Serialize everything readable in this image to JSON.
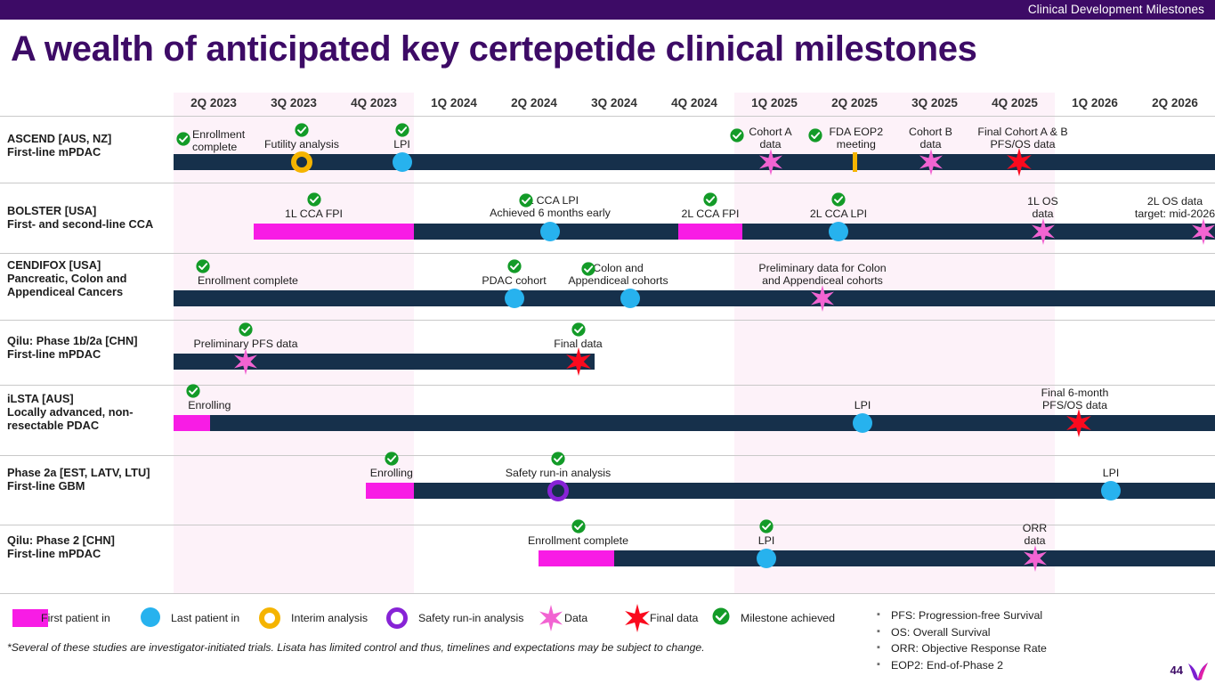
{
  "header": {
    "eyebrow": "Clinical Development Milestones"
  },
  "title": "A wealth of anticipated key certepetide clinical milestones",
  "timeline": {
    "quarters": [
      "2Q 2023",
      "3Q 2023",
      "4Q 2023",
      "1Q 2024",
      "2Q 2024",
      "3Q 2024",
      "4Q 2024",
      "1Q 2025",
      "2Q 2025",
      "3Q 2025",
      "4Q 2025",
      "1Q 2026",
      "2Q 2026"
    ],
    "shaded_quarters": [
      "2Q 2023",
      "3Q 2023",
      "4Q 2023",
      "1Q 2025",
      "2Q 2025",
      "3Q 2025",
      "4Q 2025"
    ]
  },
  "rows": [
    {
      "name_line1": "ASCEND [AUS, NZ]",
      "name_line2": "First-line mPDAC",
      "milestones": [
        {
          "label": "Enrollment\ncomplete",
          "achieved": true,
          "marker": "none"
        },
        {
          "label": "Futility analysis",
          "achieved": true,
          "marker": "interim-analysis"
        },
        {
          "label": "LPI",
          "achieved": true,
          "marker": "last-patient-in"
        },
        {
          "label": "Cohort A\ndata",
          "achieved": true,
          "marker": "data"
        },
        {
          "label": "FDA EOP2\nmeeting",
          "achieved": true,
          "marker": "tick"
        },
        {
          "label": "Cohort B\ndata",
          "achieved": false,
          "marker": "data"
        },
        {
          "label": "Final Cohort A & B\nPFS/OS data",
          "achieved": false,
          "marker": "final-data"
        }
      ]
    },
    {
      "name_line1": "BOLSTER [USA]",
      "name_line2": "First- and second-line CCA",
      "milestones": [
        {
          "label": "1L CCA FPI",
          "achieved": true,
          "marker": "first-patient-in"
        },
        {
          "label": "1L CCA LPI",
          "sublabel": "Achieved 6 months early",
          "achieved": true,
          "marker": "last-patient-in"
        },
        {
          "label": "2L CCA FPI",
          "achieved": true,
          "marker": "first-patient-in"
        },
        {
          "label": "2L CCA LPI",
          "achieved": true,
          "marker": "last-patient-in"
        },
        {
          "label": "1L OS\ndata",
          "achieved": false,
          "marker": "data"
        },
        {
          "label": "2L OS data\ntarget: mid-2026",
          "achieved": false,
          "marker": "data"
        }
      ]
    },
    {
      "name_line1": "CENDIFOX [USA]",
      "name_line2": "Pancreatic, Colon and",
      "name_line3": "Appendiceal Cancers",
      "milestones": [
        {
          "label": "Enrollment complete",
          "achieved": true,
          "marker": "none"
        },
        {
          "label": "PDAC cohort",
          "achieved": true,
          "marker": "last-patient-in"
        },
        {
          "label": "Colon and\nAppendiceal cohorts",
          "achieved": true,
          "marker": "last-patient-in"
        },
        {
          "label": "Preliminary data for Colon\nand Appendiceal cohorts",
          "achieved": false,
          "marker": "data"
        }
      ]
    },
    {
      "name_line1": "Qilu: Phase 1b/2a [CHN]",
      "name_line2": "First-line mPDAC",
      "milestones": [
        {
          "label": "Preliminary PFS data",
          "achieved": true,
          "marker": "data"
        },
        {
          "label": "Final data",
          "achieved": true,
          "marker": "final-data"
        }
      ]
    },
    {
      "name_line1": "iLSTA [AUS]",
      "name_line2": "Locally advanced, non-",
      "name_line3": "resectable PDAC",
      "milestones": [
        {
          "label": "Enrolling",
          "achieved": true,
          "marker": "first-patient-in"
        },
        {
          "label": "LPI",
          "achieved": false,
          "marker": "last-patient-in"
        },
        {
          "label": "Final 6-month\nPFS/OS data",
          "achieved": false,
          "marker": "final-data"
        }
      ]
    },
    {
      "name_line1": "Phase 2a [EST, LATV, LTU]",
      "name_line2": "First-line GBM",
      "milestones": [
        {
          "label": "Enrolling",
          "achieved": true,
          "marker": "first-patient-in"
        },
        {
          "label": "Safety run-in analysis",
          "achieved": true,
          "marker": "safety-run-in"
        },
        {
          "label": "LPI",
          "achieved": false,
          "marker": "last-patient-in"
        }
      ]
    },
    {
      "name_line1": "Qilu: Phase 2 [CHN]",
      "name_line2": "First-line mPDAC",
      "milestones": [
        {
          "label": "Enrollment complete",
          "achieved": true,
          "marker": "first-patient-in"
        },
        {
          "label": "LPI",
          "achieved": true,
          "marker": "last-patient-in"
        },
        {
          "label": "ORR\ndata",
          "achieved": false,
          "marker": "data"
        }
      ]
    }
  ],
  "legend": [
    {
      "icon": "first-patient-in",
      "label": "First patient in"
    },
    {
      "icon": "last-patient-in",
      "label": "Last patient in"
    },
    {
      "icon": "interim-analysis",
      "label": "Interim analysis"
    },
    {
      "icon": "safety-run-in",
      "label": "Safety run-in analysis"
    },
    {
      "icon": "data",
      "label": "Data"
    },
    {
      "icon": "final-data",
      "label": "Final data"
    },
    {
      "icon": "milestone-achieved",
      "label": "Milestone achieved"
    }
  ],
  "footnote": "*Several of these studies are investigator-initiated trials. Lisata has limited control and thus, timelines and expectations may be subject to change.",
  "abbreviations": [
    "PFS: Progression-free Survival",
    "OS: Overall Survival",
    "ORR: Objective Response Rate",
    "EOP2: End-of-Phase 2"
  ],
  "page_number": "44",
  "colors": {
    "brand_purple": "#3d0b66",
    "bar_navy": "#16304b",
    "magenta": "#f81ce5",
    "blue": "#27b2ee",
    "yellow": "#f5b400",
    "purple_ring": "#8723d6",
    "pink_star": "#f264d2",
    "red_star": "#fa0a1e",
    "green_check": "#139b28",
    "shade": "#fdf2f9"
  }
}
